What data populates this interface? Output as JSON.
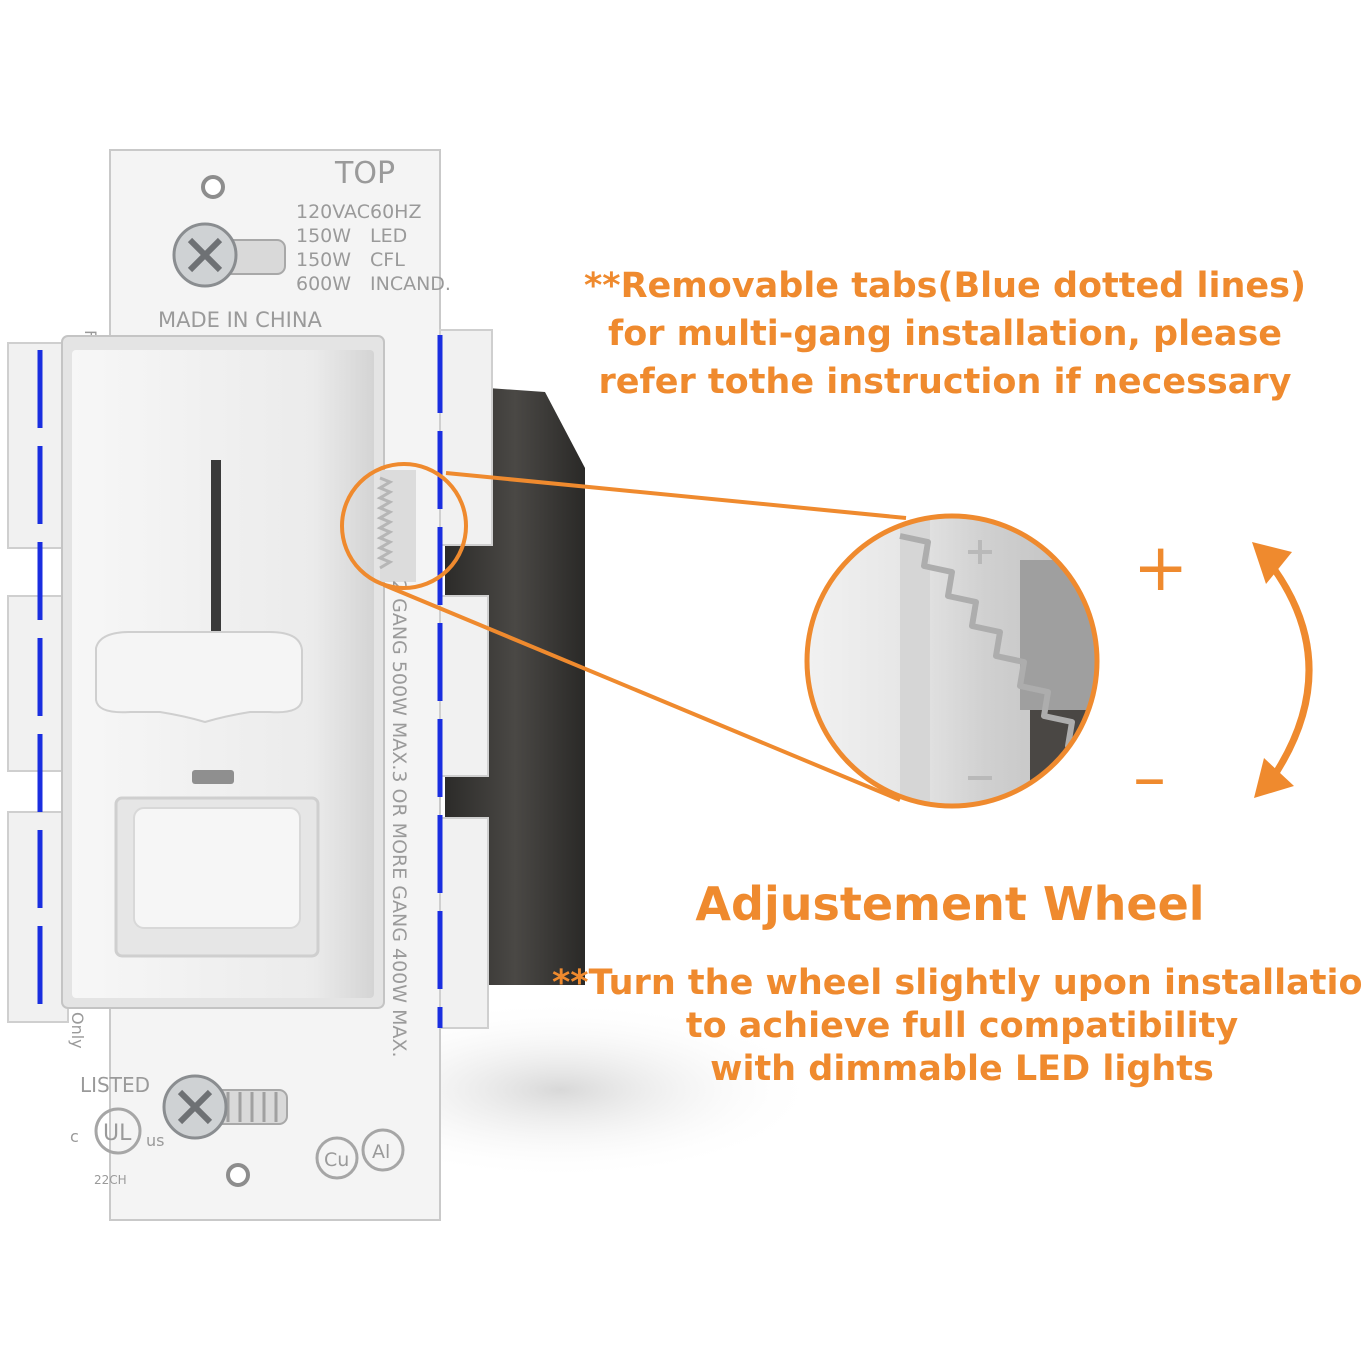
{
  "plate": {
    "top_label": "TOP",
    "ratings": [
      {
        "value": "120VAC",
        "type": "60HZ"
      },
      {
        "value": "150W",
        "type": "LED"
      },
      {
        "value": "150W",
        "type": "CFL"
      },
      {
        "value": "600W",
        "type": "INCAND."
      }
    ],
    "made_in": "MADE IN CHINA",
    "side_text": "2 GANG 500W MAX.3 OR MORE GANG 400W MAX.",
    "left_top_text": "For",
    "left_bottom_text": "Only",
    "listed_label": "LISTED",
    "ul_left": "c",
    "ul_right": "us",
    "ul_code": "22CH",
    "cu_mark": "Cu",
    "al_mark": "Al"
  },
  "wheel_zoom": {
    "plus_symbol": "+",
    "minus_symbol": "–"
  },
  "captions": {
    "tabs_note": [
      "**Removable tabs(Blue dotted lines)",
      "for multi-gang installation, please",
      "refer tothe instruction if necessary"
    ],
    "wheel_title": "Adjustement Wheel",
    "wheel_note": [
      "**Turn the wheel slightly upon installation",
      "to achieve full compatibility",
      "with dimmable LED lights"
    ]
  },
  "colors": {
    "accent_orange": "#ef8a2e",
    "tab_line_blue": "#1a2ee0",
    "plate_white": "#f4f4f4",
    "box_dark": "#3b3a38"
  }
}
